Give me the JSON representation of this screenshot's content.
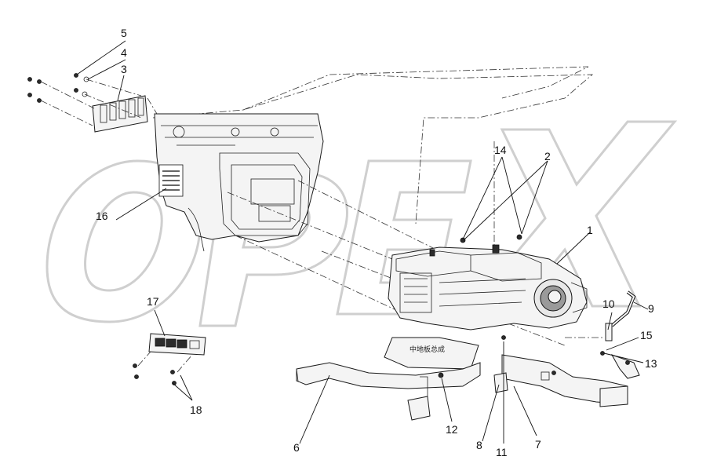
{
  "diagram": {
    "part_label_chinese": "中地板总成",
    "watermark_text": "OPEX",
    "callouts": [
      {
        "id": "c1",
        "text": "1"
      },
      {
        "id": "c2",
        "text": "2"
      },
      {
        "id": "c3",
        "text": "3"
      },
      {
        "id": "c4",
        "text": "4"
      },
      {
        "id": "c5",
        "text": "5"
      },
      {
        "id": "c6",
        "text": "6"
      },
      {
        "id": "c7",
        "text": "7"
      },
      {
        "id": "c8",
        "text": "8"
      },
      {
        "id": "c9",
        "text": "9"
      },
      {
        "id": "c10",
        "text": "10"
      },
      {
        "id": "c11",
        "text": "11"
      },
      {
        "id": "c12",
        "text": "12"
      },
      {
        "id": "c13",
        "text": "13"
      },
      {
        "id": "c14",
        "text": "14"
      },
      {
        "id": "c15",
        "text": "15"
      },
      {
        "id": "c16",
        "text": "16"
      },
      {
        "id": "c17",
        "text": "17"
      },
      {
        "id": "c18",
        "text": "18"
      }
    ]
  }
}
